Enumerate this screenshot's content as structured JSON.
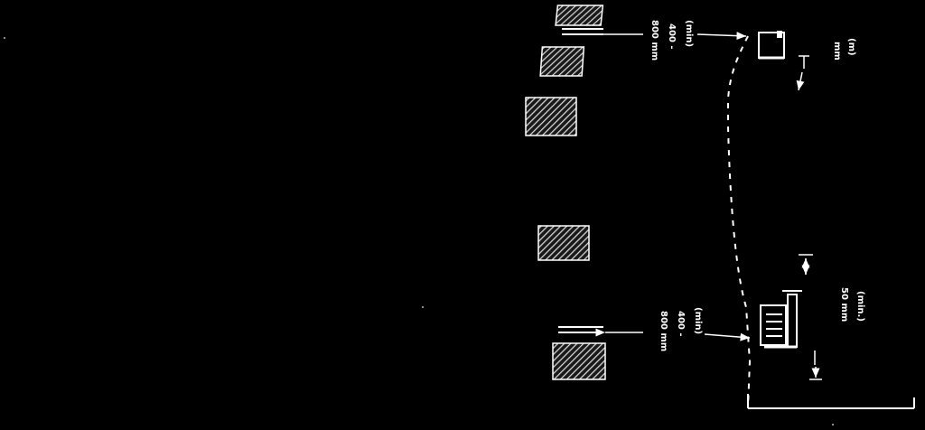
{
  "colors": {
    "background": "#000000",
    "line": "#ffffff",
    "hatch": "#d9d9d9"
  },
  "labels": {
    "top_dist_a": "(min)",
    "top_dist_b": "400 -",
    "top_dist_c": "800 mm",
    "top_right": "(m)",
    "top_right_b": "mm",
    "bottom_dist_a": "(min)",
    "bottom_dist_b": "400 -",
    "bottom_dist_c": "800 mm",
    "bottom_right_a": "(min.)",
    "bottom_right_b": "50 mm"
  }
}
